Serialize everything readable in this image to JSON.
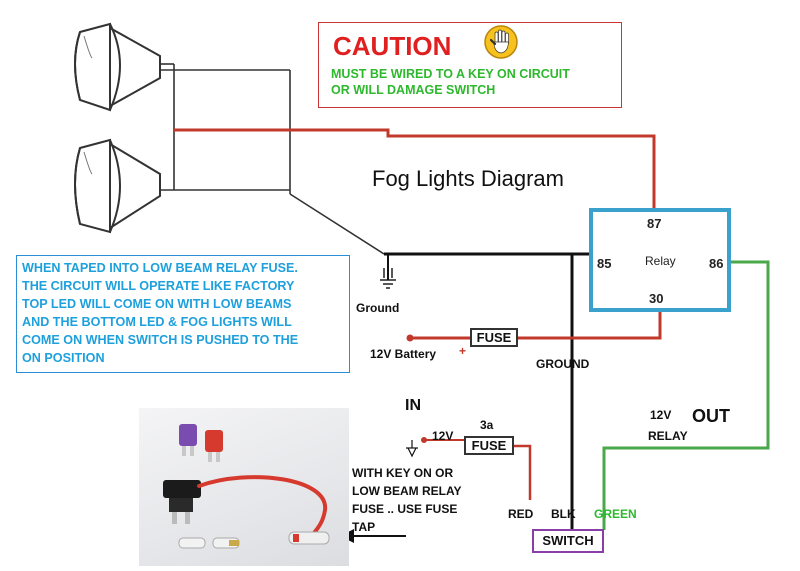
{
  "diagram_title": "Fog Lights Diagram",
  "caution": {
    "title": "CAUTION",
    "line1": "MUST BE WIRED TO A KEY ON CIRCUIT",
    "line2": "OR WILL DAMAGE SWITCH",
    "icon": "hand-stop-icon"
  },
  "info_box": {
    "lines": [
      "WHEN TAPED INTO LOW BEAM RELAY FUSE.",
      "THE CIRCUIT WILL OPERATE LIKE FACTORY",
      "TOP LED WILL COME ON WITH LOW BEAMS",
      "AND THE BOTTOM LED & FOG LIGHTS WILL",
      "COME ON WHEN SWITCH IS PUSHED TO THE",
      "ON POSITION"
    ]
  },
  "relay": {
    "label": "Relay",
    "pin_87": "87",
    "pin_85": "85",
    "pin_86": "86",
    "pin_30": "30"
  },
  "labels": {
    "ground_left": "Ground",
    "battery": "12V Battery",
    "battery_plus": "+",
    "fuse_main": "FUSE",
    "ground_mid": "GROUND",
    "in": "IN",
    "amp": "3a",
    "v12_in": "12V",
    "fuse_small": "FUSE",
    "out": "OUT",
    "out_12v": "12V",
    "out_relay": "RELAY",
    "key_note_1": "WITH KEY ON OR",
    "key_note_2": "LOW BEAM RELAY",
    "key_note_3": "FUSE .. USE FUSE",
    "key_note_4": "TAP",
    "wire_red": "RED",
    "wire_blk": "BLK",
    "wire_green": "GREEN",
    "switch": "SWITCH"
  },
  "colors": {
    "red_wire": "#c0392b",
    "black_wire": "#111111",
    "green_wire": "#4aa84a",
    "relay_border": "#3aa0cc",
    "caution_red": "#e02020",
    "caution_green": "#2db82d",
    "info_blue": "#1ea0dc",
    "switch_border": "#8a3ea8"
  }
}
